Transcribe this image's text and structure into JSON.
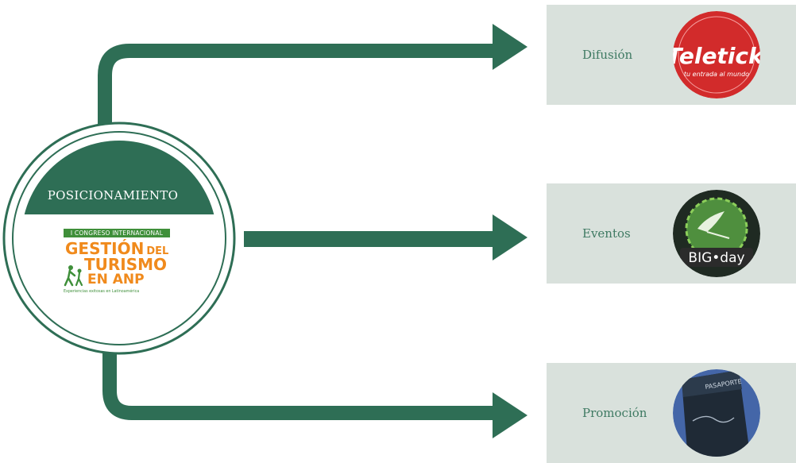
{
  "hub": {
    "title": "POSICIONAMIENTO",
    "logo": {
      "banner": "I CONGRESO INTERNACIONAL",
      "line1_big": "GESTIÓN",
      "line1_small": "DEL",
      "line2": "TURISMO",
      "line3": "EN ANP",
      "tagline": "Experiencias exitosas en Latinoamérica"
    }
  },
  "outputs": [
    {
      "label": "Difusión",
      "image": "teletick-logo",
      "image_text": "Teletick",
      "image_subtext": "tu entrada al mundo"
    },
    {
      "label": "Eventos",
      "image": "big-day-badge",
      "image_text": "BIG•day"
    },
    {
      "label": "Promoción",
      "image": "pasaporte-booklet",
      "image_text": "PASAPORTE"
    }
  ],
  "colors": {
    "connector": "#2e6e55",
    "hub_ring": "#2e6e55",
    "card_background": "#d9e1dc",
    "label_text": "#3f7a63",
    "logo_orange": "#f08a1c",
    "logo_green": "#3f8f3a"
  }
}
